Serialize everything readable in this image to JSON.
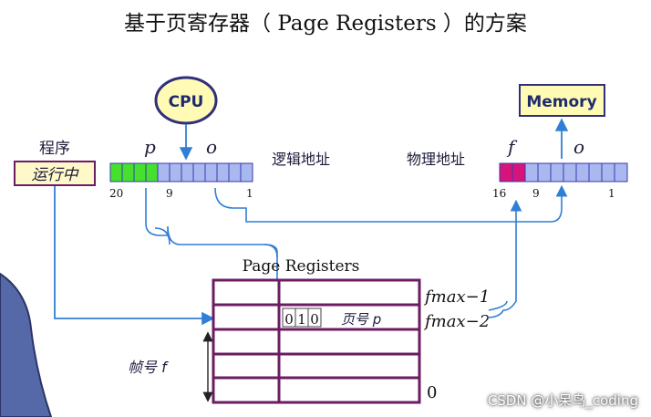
{
  "title": "基于页寄存器（ Page Registers ）的方案",
  "cpu_label": "CPU",
  "memory_label": "Memory",
  "program": {
    "label": "程序",
    "status": "运行中"
  },
  "logical_address": {
    "label": "逻辑地址",
    "p_label": "p",
    "o_label": "o",
    "bit_labels": [
      "20",
      "9",
      "1"
    ]
  },
  "physical_address": {
    "label": "物理地址",
    "f_label": "f",
    "o_label": "o",
    "bit_labels": [
      "16",
      "9",
      "1"
    ]
  },
  "page_registers": {
    "label": "Page Registers",
    "row_entry_bits": [
      "0",
      "1",
      "0"
    ],
    "row_entry_label": "页号 p",
    "frame_label": "帧号 f",
    "fmax_1": "fmax−1",
    "fmax_2": "fmax−2",
    "zero_label": "0"
  },
  "watermark": "CSDN @小呆鸟_coding",
  "colors": {
    "bar_blue": "#a9b8ee",
    "bar_green": "#46e02e",
    "bar_magenta": "#d6147a",
    "bar_border": "#3a3ab0",
    "register_border": "#6b1c63",
    "line_blue": "#2f7fd6",
    "cpu_fill": "#fffbb5",
    "status_fill": "#fff9c9"
  }
}
